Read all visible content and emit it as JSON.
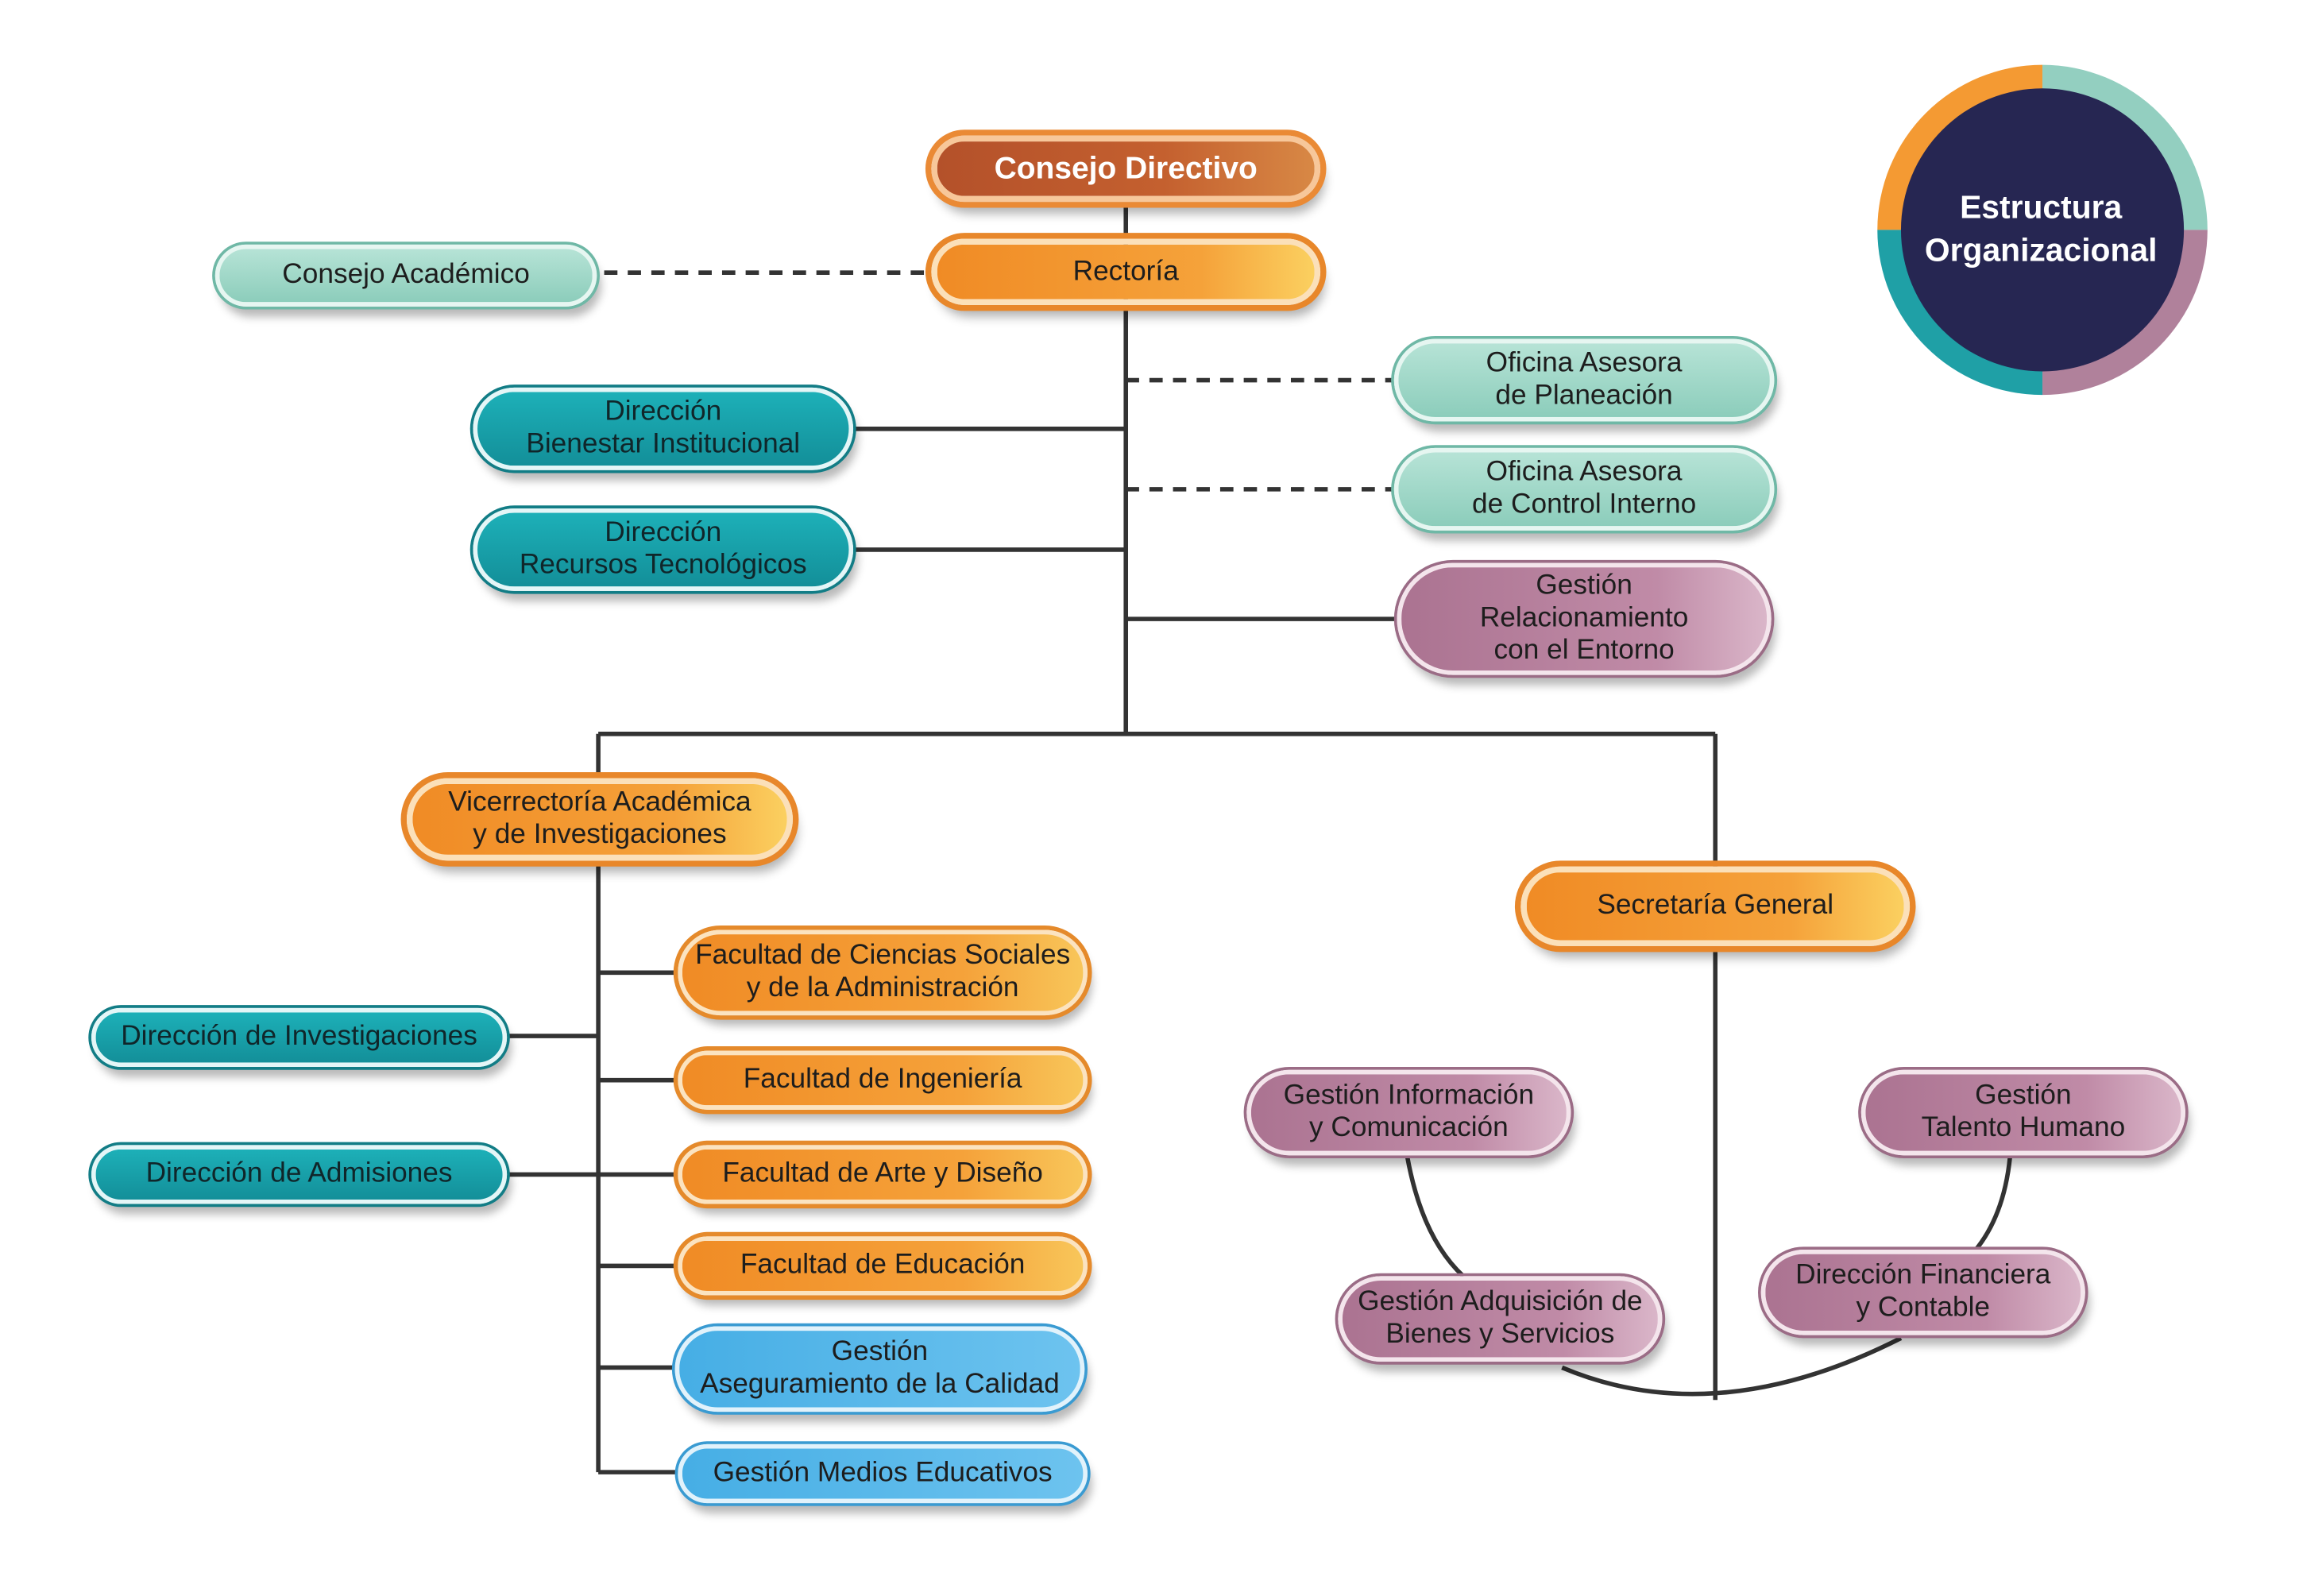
{
  "badge": {
    "line1": "Estructura",
    "line2": "Organizacional",
    "colors": [
      "#f49a33",
      "#93cfc0",
      "#b0819b",
      "#1fa0a6",
      "#262652"
    ]
  },
  "nodes": {
    "consejo_directivo": "Consejo Directivo",
    "rectoria": "Rectoría",
    "consejo_academico": "Consejo Académico",
    "oficina_planeacion": "Oficina Asesora\nde Planeación",
    "oficina_control": "Oficina Asesora\nde Control Interno",
    "direccion_bienestar": "Dirección\nBienestar Institucional",
    "direccion_recursos": "Dirección\nRecursos Tecnológicos",
    "gestion_relacionamiento": "Gestión\nRelacionamiento\ncon el Entorno",
    "vicerrectoria": "Vicerrectoría Académica\ny de Investigaciones",
    "secretaria": "Secretaría General",
    "facultad_sociales": "Facultad de Ciencias Sociales\ny de la Administración",
    "facultad_ingenieria": "Facultad de Ingeniería",
    "facultad_arte": "Facultad de Arte y Diseño",
    "facultad_educacion": "Facultad de Educación",
    "gestion_calidad": "Gestión\nAseguramiento de la Calidad",
    "gestion_medios": "Gestión Medios Educativos",
    "direccion_investigaciones": "Dirección de Investigaciones",
    "direccion_admisiones": "Dirección de Admisiones",
    "gestion_informacion": "Gestión Información\ny Comunicación",
    "gestion_talento": "Gestión\nTalento Humano",
    "gestion_adquisicion": "Gestión Adquisición de\nBienes y Servicios",
    "direccion_financiera": "Dirección Financiera\ny Contable"
  },
  "colors": {
    "line": "#333333",
    "mint": "#9fd8c8",
    "teal": "#17a3ac",
    "orange": "#f5a23a",
    "rust": "#c05a2c",
    "mauve": "#bb87a3",
    "blue": "#5bbbeb"
  }
}
